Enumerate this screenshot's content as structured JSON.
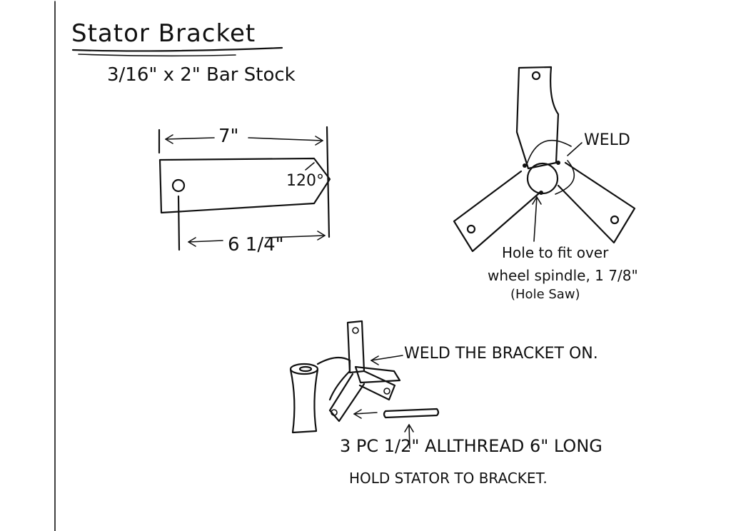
{
  "title": "Stator Bracket",
  "subtitle": "3/16\" x 2\" Bar Stock",
  "bar_drawing": {
    "length_label": "7\"",
    "hole_distance_label": "6 1/4\"",
    "angle_label": "120°"
  },
  "bracket_top_view": {
    "weld_label": "WELD",
    "hole_label_line1": "Hole to fit over",
    "hole_label_line2": "wheel spindle, 1 7/8\"",
    "hole_label_line3": "(Hole Saw)"
  },
  "assembly": {
    "weld_label": "WELD THE BRACKET ON.",
    "allthread_label": "3 PC 1/2\" ALLTHREAD 6\" LONG",
    "hold_label": "HOLD STATOR TO BRACKET."
  }
}
